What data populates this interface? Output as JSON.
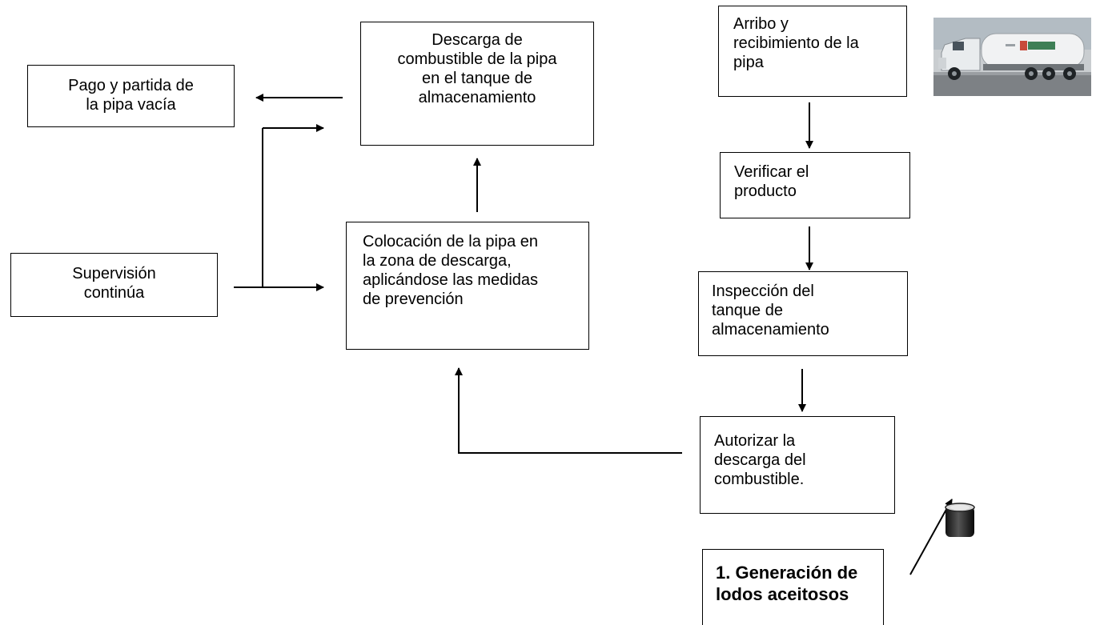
{
  "boxes": {
    "pago": "Pago y partida de\nla pipa vacía",
    "descarga": "Descarga de\ncombustible de la pipa\nen el tanque de\nalmacenamiento",
    "arribo": "Arribo y\nrecibimiento de la\npipa",
    "verificar": "Verificar el\nproducto",
    "colocacion": "Colocación de la pipa en\nla zona de descarga,\naplicándose las medidas\nde prevención",
    "supervision": "Supervisión\ncontinúa",
    "inspeccion": "Inspección del\ntanque de\nalmacenamiento",
    "autorizar": "Autorizar la\ndescarga del\ncombustible.",
    "generacion": "1. Generación de\nlodos aceitosos"
  },
  "images": {
    "truck": "pemex-tanker-truck-photo",
    "barrel": "oil-drum-icon"
  }
}
